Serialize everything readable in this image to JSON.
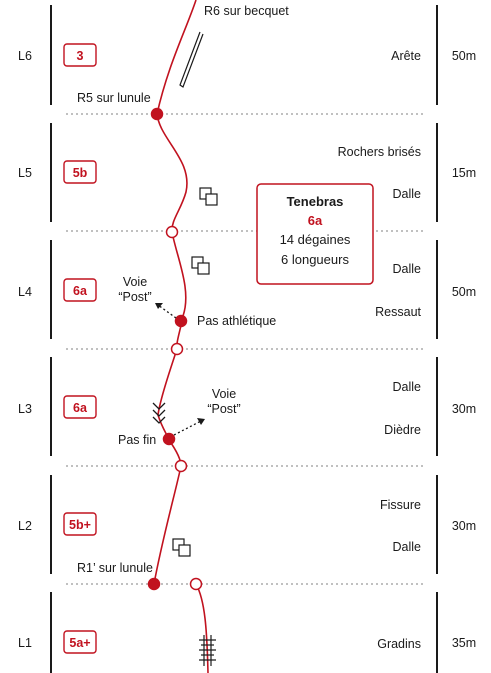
{
  "route": {
    "name": "Tenebras",
    "grade": "6a",
    "quickdraws": "14 dégaines",
    "pitches_count": "6 longueurs"
  },
  "pitches": [
    {
      "id": "L6",
      "grade": "3",
      "length": "50m",
      "features": [
        "Arête"
      ]
    },
    {
      "id": "L5",
      "grade": "5b",
      "length": "15m",
      "features": [
        "Rochers brisés",
        "Dalle"
      ]
    },
    {
      "id": "L4",
      "grade": "6a",
      "length": "50m",
      "features": [
        "Dalle",
        "Ressaut"
      ]
    },
    {
      "id": "L3",
      "grade": "6a",
      "length": "30m",
      "features": [
        "Dalle",
        "Dièdre"
      ]
    },
    {
      "id": "L2",
      "grade": "5b+",
      "length": "30m",
      "features": [
        "Fissure",
        "Dalle"
      ]
    },
    {
      "id": "L1",
      "grade": "5a+",
      "length": "35m",
      "features": [
        "Gradins"
      ]
    }
  ],
  "annotations": {
    "r6": "R6 sur becquet",
    "r5": "R5 sur lunule",
    "r1": "R1’ sur lunule",
    "pas_athletique": "Pas athlétique",
    "pas_fin": "Pas fin",
    "voie_post_1": [
      "Voie",
      "“Post”"
    ],
    "voie_post_2": [
      "Voie",
      "“Post”"
    ]
  },
  "colors": {
    "route_red": "#c1121f",
    "text": "#1a1a1a",
    "separator": "#9a9a9a"
  }
}
